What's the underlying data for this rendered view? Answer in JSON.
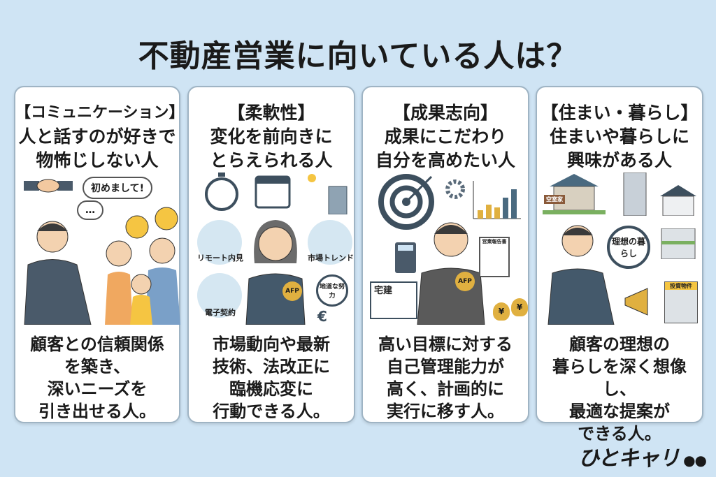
{
  "title": "不動産営業に向いている人は？",
  "cards": [
    {
      "category": "【コミュニケーション】",
      "head1": "人と話すのが好きで",
      "head2": "物怖じしない人",
      "illustration": {
        "bubble": "初めまして!",
        "dots": "…"
      },
      "body": [
        "顧客との信頼関係",
        "を築き、",
        "深いニーズを",
        "引き出せる人。"
      ]
    },
    {
      "category": "【柔軟性】",
      "head1": "変化を前向きに",
      "head2": "とらえられる人",
      "illustration": {
        "remote": "リモート内見",
        "trend": "市場トレンド",
        "contract": "電子契約",
        "search": "地道な努力",
        "badge": "AFP",
        "euro": "€"
      },
      "body": [
        "市場動向や最新",
        "技術、法改正に",
        "臨機応変に",
        "行動できる人。"
      ]
    },
    {
      "category": "【成果志向】",
      "head1": "成果にこだわり",
      "head2": "自分を高めたい人",
      "illustration": {
        "book": "宅建",
        "report": "営業報告書",
        "badge": "AFP",
        "yen": "¥"
      },
      "body": [
        "高い目標に対する",
        "自己管理能力が",
        "高く、計画的に",
        "実行に移す人。"
      ]
    },
    {
      "category": "【住まい・暮らし】",
      "head1": "住まいや暮らしに",
      "head2": "興味がある人",
      "illustration": {
        "vacant": "空室家",
        "ideal": "理想の暮らし",
        "investment": "投資物件"
      },
      "body": [
        "顧客の理想の",
        "暮らしを深く想像し、",
        "最適な提案が",
        "できる人。"
      ]
    }
  ],
  "logo": "ひとキャリ",
  "colors": {
    "background": "#cfe4f4",
    "suit": "#4a5a6a",
    "accent": "#e0b040"
  }
}
